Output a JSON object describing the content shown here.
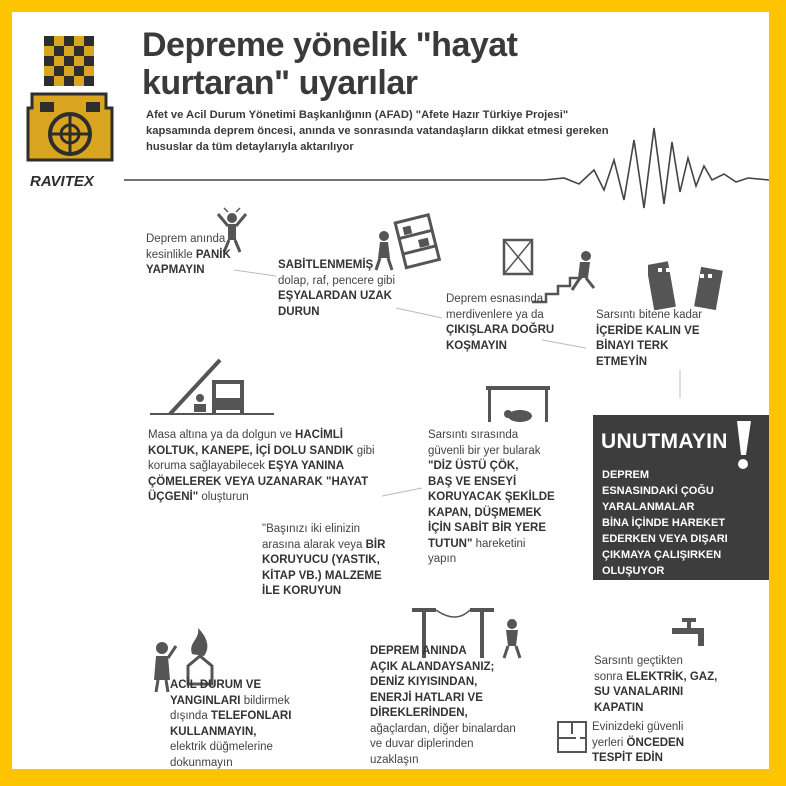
{
  "title_line1": "Depreme yönelik \"hayat",
  "title_line2": "kurtaran\" uyarılar",
  "intro_line1": "Afet ve Acil Durum Yönetimi Başkanlığının (AFAD) \"Afete Hazır Türkiye Projesi\"",
  "intro_line2": "kapsamında deprem öncesi, anında ve sonrasında vatandaşların dikkat etmesi gereken",
  "intro_line3": "hususlar da tüm detaylarıyla aktarılıyor",
  "brand": "RAVITEX",
  "tips": {
    "panic": {
      "l1": "Deprem anında",
      "l2a": "kesinlikle ",
      "l2b": "PANİK",
      "l3": "YAPMAYIN"
    },
    "unfixed": {
      "l1": "SABİTLENMEMİŞ",
      "l2": "dolap, raf, pencere gibi",
      "l3": "EŞYALARDAN UZAK",
      "l4": "DURUN"
    },
    "stairs": {
      "l1": "Deprem esnasında",
      "l2": "merdivenlere ya da",
      "l3": "ÇIKIŞLARA DOĞRU",
      "l4": "KOŞMAYIN"
    },
    "stay": {
      "l1": "Sarsıntı bitene kadar",
      "l2": "İÇERİDE KALIN VE",
      "l3": "BİNAYI TERK",
      "l4": "ETMEYİN"
    },
    "triangle": {
      "l1a": "Masa altına ya da dolgun ve ",
      "l1b": "HACİMLİ",
      "l2a": "KOLTUK, KANEPE, İÇİ DOLU SANDIK",
      "l2b": " gibi",
      "l3a": "koruma sağlayabilecek ",
      "l3b": "EŞYA YANINA",
      "l4": "ÇÖMELEREK VEYA UZANARAK \"HAYAT",
      "l5a": "ÜÇGENİ\"",
      "l5b": " oluşturun"
    },
    "drop": {
      "l1": "Sarsıntı sırasında",
      "l2": "güvenli bir yer bularak",
      "l3": "\"DİZ ÜSTÜ ÇÖK,",
      "l4": "BAŞ VE ENSEYİ",
      "l5": "KORUYACAK ŞEKİLDE",
      "l6": "KAPAN, DÜŞMEMEK",
      "l7": "İÇİN SABİT BİR YERE",
      "l8a": "TUTUN\"",
      "l8b": " hareketini",
      "l9": "yapın"
    },
    "head": {
      "l1": "\"Başınızı iki elinizin",
      "l2a": "arasına alarak veya ",
      "l2b": "BİR",
      "l3": "KORUYUCU (YASTIK,",
      "l4": "KİTAP VB.) MALZEME",
      "l5": "İLE KORUYUN"
    },
    "phone": {
      "l1": "ACİL DURUM VE",
      "l2a": "YANGINLARI",
      "l2b": " bildirmek",
      "l3a": "dışında ",
      "l3b": "TELEFONLARI",
      "l4": "KULLANMAYIN,",
      "l5": "elektrik düğmelerine",
      "l6": "dokunmayın"
    },
    "open": {
      "l1": "DEPREM ANINDA",
      "l2": "AÇIK ALANDAYSANIZ;",
      "l3": "DENİZ KIYISINDAN,",
      "l4": "ENERJİ HATLARI VE",
      "l5": "DİREKLERİNDEN,",
      "l6": "ağaçlardan, diğer binalardan",
      "l7": "ve duvar diplerinden",
      "l8": "uzaklaşın"
    },
    "valves": {
      "l1": "Sarsıntı geçtikten",
      "l2a": "sonra ",
      "l2b": "ELEKTRİK, GAZ,",
      "l3": "SU VANALARINI",
      "l4": "KAPATIN"
    },
    "plan": {
      "l1": "Evinizdeki güvenli",
      "l2a": "yerleri ",
      "l2b": "ÖNCEDEN",
      "l3": "TESPİT EDİN"
    }
  },
  "unutmayin": {
    "heading": "UNUTMAYIN",
    "l1": "DEPREM",
    "l2": "ESNASINDAKİ ÇOĞU",
    "l3": "YARALANMALAR",
    "l4": "BİNA İÇİNDE HAREKET",
    "l5": "EDERKEN VEYA DIŞARI",
    "l6": "ÇIKMAYA ÇALIŞIRKEN",
    "l7": "OLUŞUYOR"
  },
  "colors": {
    "border": "#ffc400",
    "logo_gold": "#d9a520",
    "text": "#3a3a3a",
    "panel": "#3d3d3d"
  },
  "icons": [
    "panic-person-icon",
    "falling-shelf-icon",
    "stairs-exit-icon",
    "buildings-icon",
    "triangle-shelter-icon",
    "table-crouch-icon",
    "phone-fire-icon",
    "power-lines-icon",
    "faucet-icon",
    "floor-plan-icon",
    "seismograph-icon"
  ]
}
